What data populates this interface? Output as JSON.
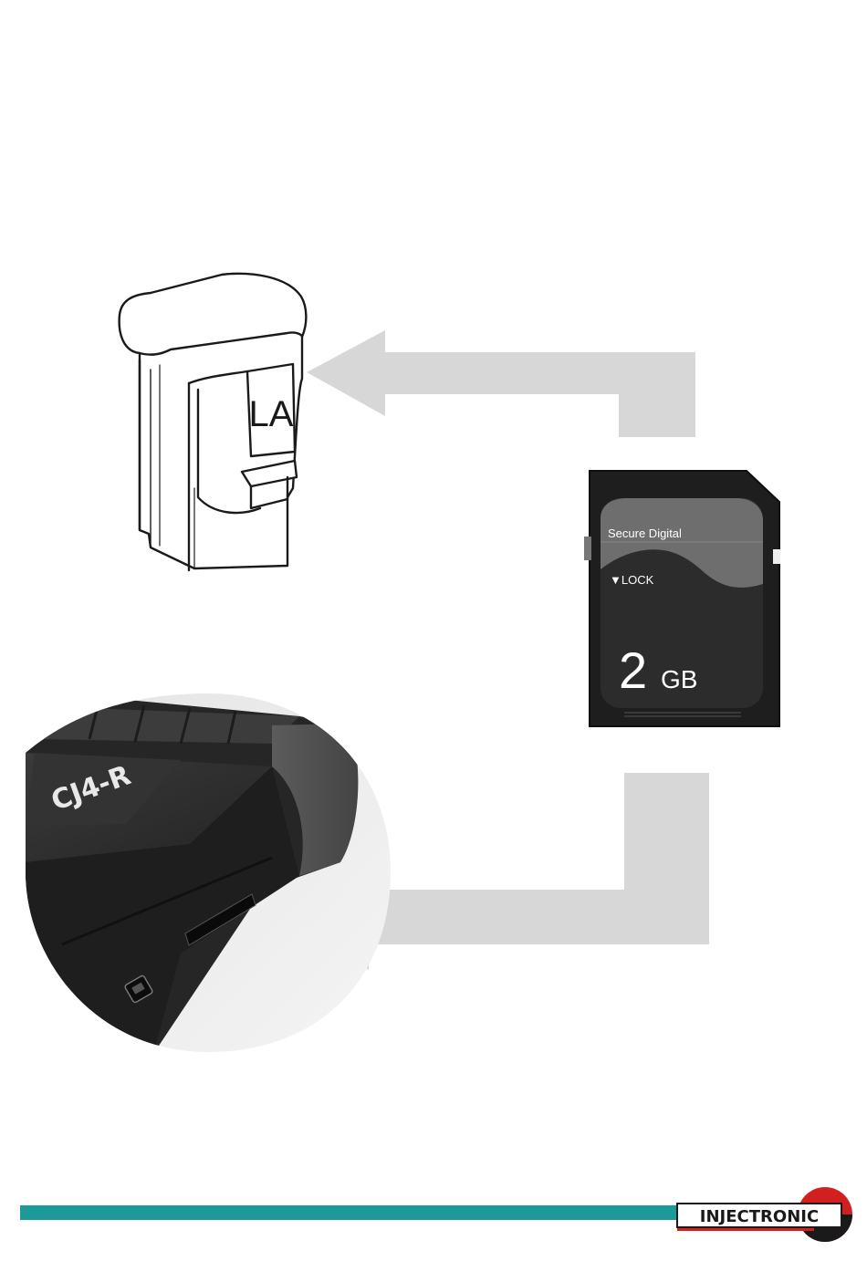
{
  "adapter": {
    "label": "LA"
  },
  "sd_card": {
    "brand_text": "Secure Digital",
    "lock_text": "▼LOCK",
    "capacity_number": "2",
    "capacity_unit": "GB"
  },
  "device": {
    "model_text": "CJ4-R"
  },
  "footer": {
    "logo_text": "INJECTRONIC"
  }
}
